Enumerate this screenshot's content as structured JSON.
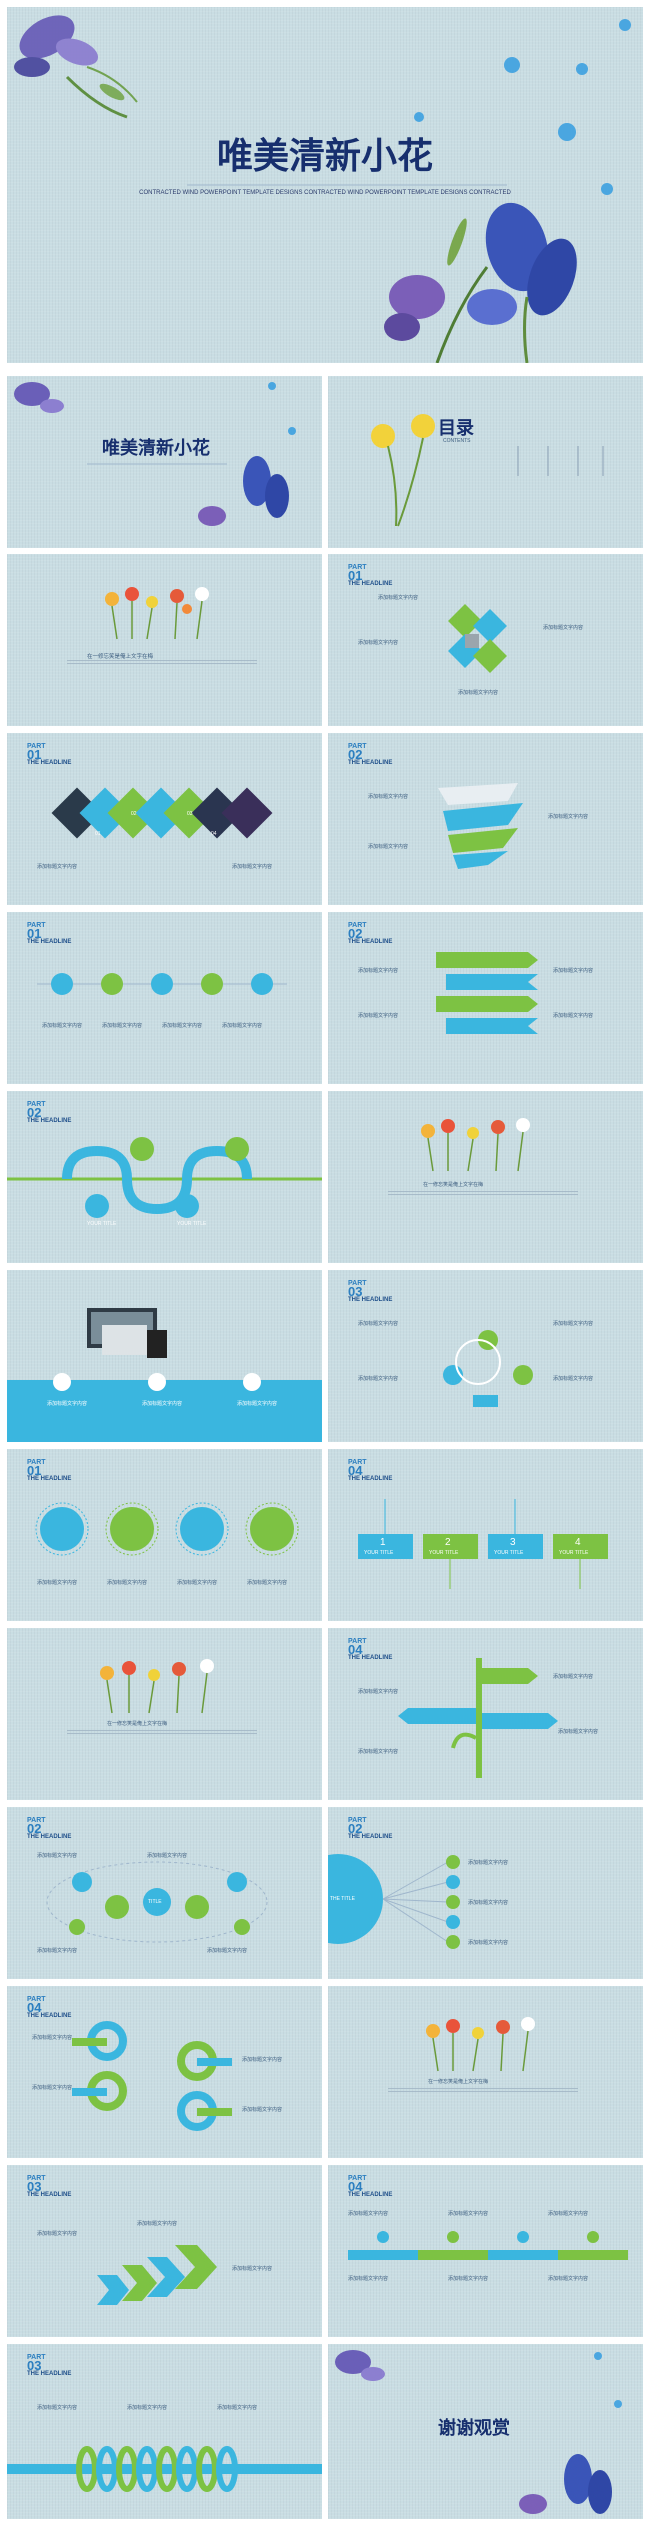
{
  "hero": {
    "title": "唯美清新小花",
    "subtitle": "CONTRACTED WIND POWERPOINT TEMPLATE DESIGNS CONTRACTED WIND POWERPOINT TEMPLATE DESIGNS CONTRACTED"
  },
  "cover_small": {
    "title": "唯美清新小花"
  },
  "toc": {
    "title": "目录",
    "sub": "CONTENTS"
  },
  "labels": {
    "part": "PART",
    "headline": "THE HEADLINE",
    "add_title": "添加标题文字内容",
    "enter_text": "在一修忘笑是俺上文字在梅",
    "your_title": "YOUR TITLE",
    "title": "TITLE",
    "the_title": "THE TITLE"
  },
  "part_numbers": [
    "01",
    "02",
    "03",
    "04"
  ],
  "step_numbers": [
    "1",
    "2",
    "3",
    "4"
  ],
  "diamond_numbers": [
    "01",
    "02",
    "03",
    "04"
  ],
  "thanks": {
    "title": "谢谢观赏"
  },
  "colors": {
    "blue": "#3ab6df",
    "green": "#7dc243",
    "navy": "#172f6e",
    "bg": "#c9dde3"
  }
}
